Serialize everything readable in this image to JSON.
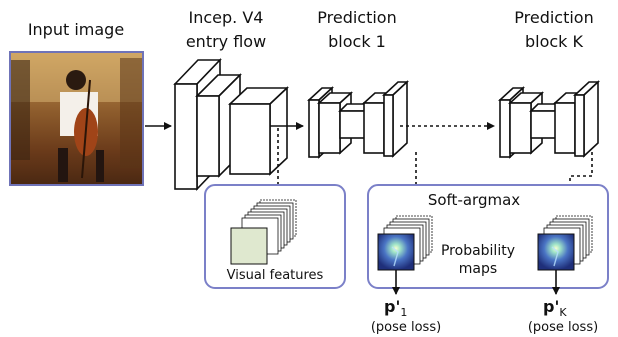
{
  "labels": {
    "input_image": "Input image",
    "incep_line1": "Incep. V4",
    "incep_line2": "entry flow",
    "pred1_line1": "Prediction",
    "pred1_line2": "block 1",
    "predK_line1": "Prediction",
    "predK_line2": "block K",
    "visual_features": "Visual features",
    "soft_argmax": "Soft-argmax",
    "prob_line1": "Probability",
    "prob_line2": "maps",
    "p1_main": "p'",
    "p1_sub": "1",
    "pK_main": "p'",
    "pK_sub": "K",
    "pose_loss_1": "(pose loss)",
    "pose_loss_K": "(pose loss)"
  },
  "colors": {
    "panel_border": "#7b80c8",
    "image_border": "#6f73b8",
    "stroke": "#111111",
    "feature_fill": "#dfe8cf",
    "map_fill": "#2f4c9a"
  }
}
